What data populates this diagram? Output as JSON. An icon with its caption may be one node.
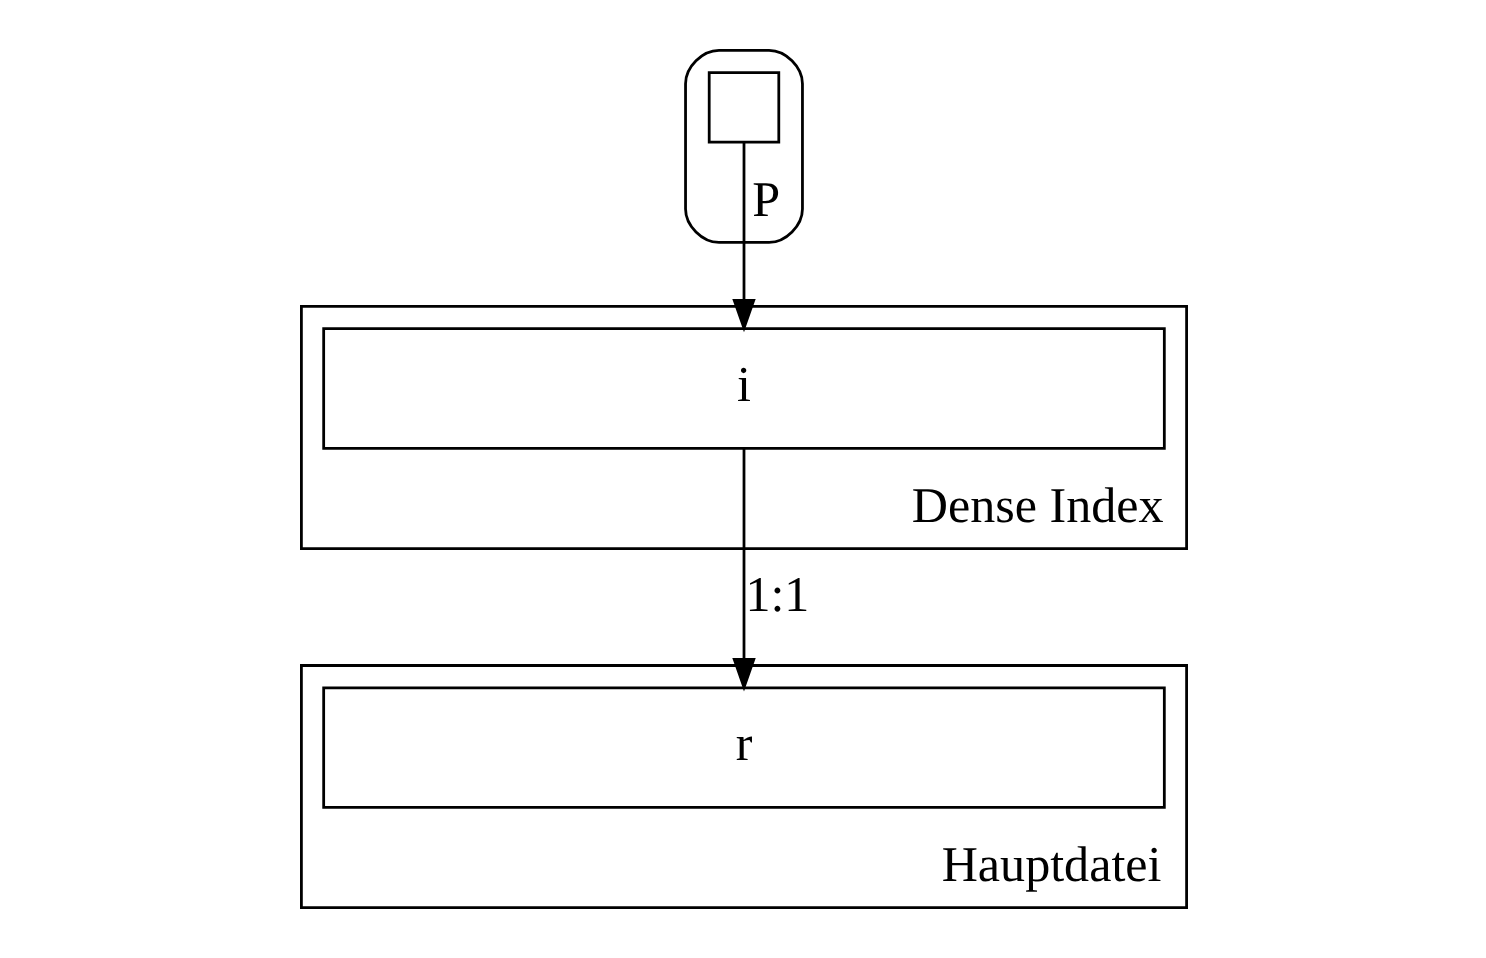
{
  "diagram": {
    "nodes": [
      {
        "text": [],
        "shape": "box",
        "beside": [
          "P"
        ]
      },
      {
        "text": [],
        "shape": "box",
        "in": 0
      },
      {
        "text": [],
        "shape": "bar",
        "beside": [
          "Dense Index"
        ]
      },
      {
        "text": [
          "i"
        ],
        "in": 2
      },
      {
        "text": [],
        "shape": "bar",
        "beside": [
          "Hauptdatei"
        ]
      },
      {
        "text": [
          "r"
        ],
        "in": 4
      }
    ],
    "edges": [
      {
        "from": 1,
        "to": 3,
        "arrow": "to"
      },
      {
        "from": 3,
        "to": 5,
        "arrow": "to",
        "label": "1:1"
      }
    ]
  }
}
